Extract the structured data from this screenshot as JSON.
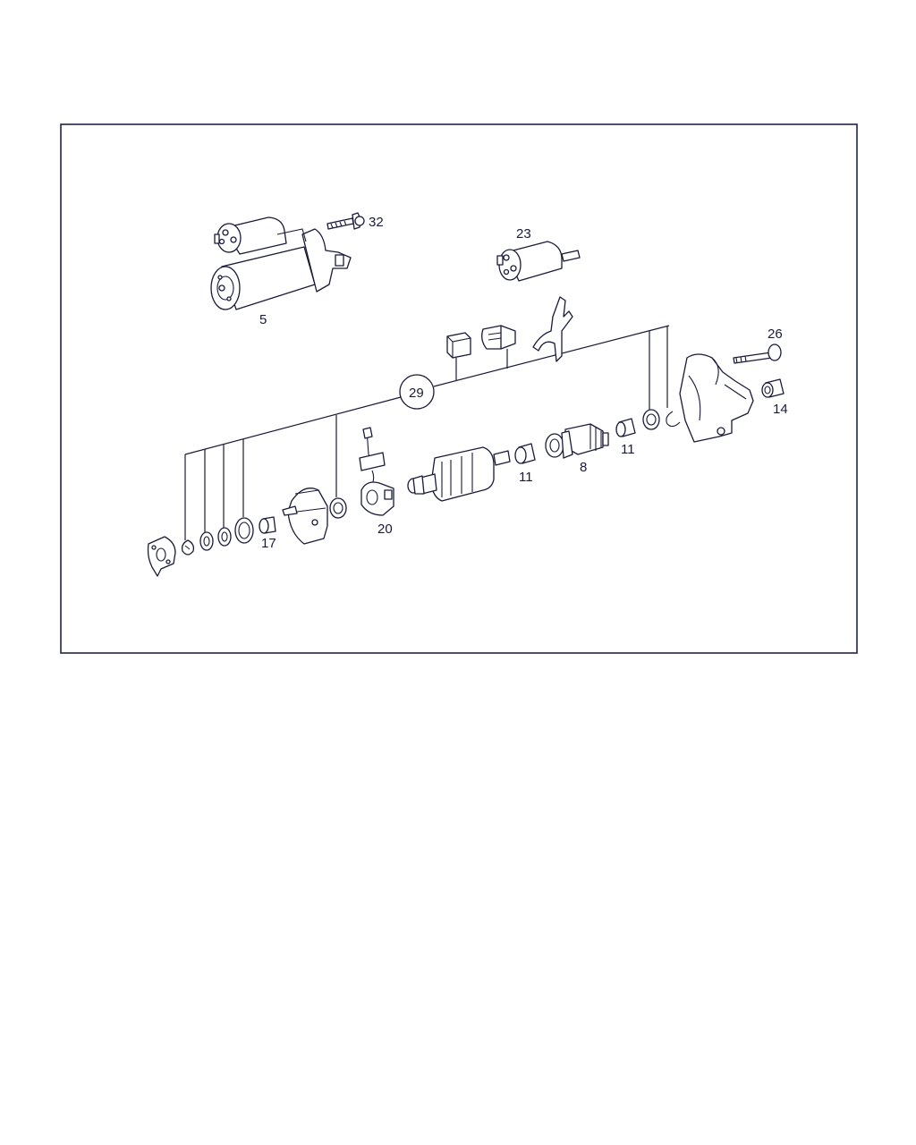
{
  "diagram": {
    "frame_color": "#1f2447",
    "line_color": "#1a1a3a",
    "callouts": {
      "c5": "5",
      "c32": "32",
      "c23": "23",
      "c26": "26",
      "c14": "14",
      "c29": "29",
      "c11a": "11",
      "c8": "8",
      "c11b": "11",
      "c17": "17",
      "c20": "20"
    }
  }
}
